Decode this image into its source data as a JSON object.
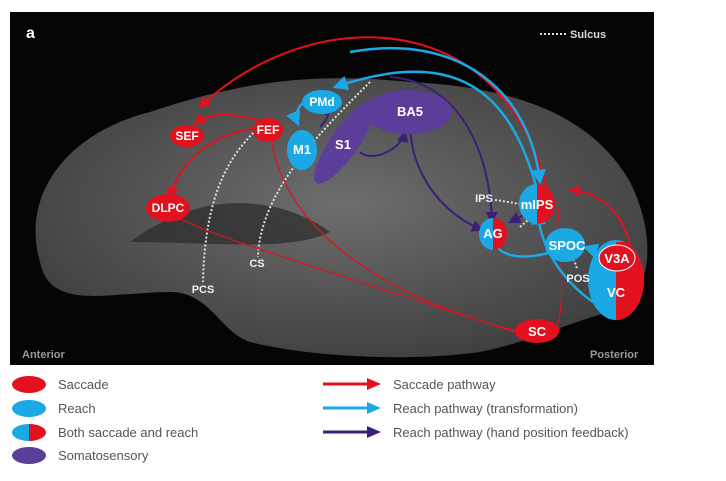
{
  "panel_label": "a",
  "sulcus_legend": "Sulcus",
  "orientation": {
    "anterior": "Anterior",
    "posterior": "Posterior"
  },
  "regions": {
    "SEF": "SEF",
    "FEF": "FEF",
    "PMd": "PMd",
    "M1": "M1",
    "S1": "S1",
    "BA5": "BA5",
    "DLPC": "DLPC",
    "AG": "AG",
    "mIPS": "mIPS",
    "SPOC": "SPOC",
    "V3A": "V3A",
    "VC": "VC",
    "SC": "SC"
  },
  "sulci": {
    "PCS": "PCS",
    "CS": "CS",
    "IPS": "IPS",
    "POS": "POS"
  },
  "colors": {
    "saccade": "#e3101e",
    "reach": "#1ba9e6",
    "somatosensory": "#5b3d9a",
    "feedback": "#3b1f78"
  },
  "legend": {
    "regions": [
      {
        "label": "Saccade"
      },
      {
        "label": "Reach"
      },
      {
        "label": "Both saccade and reach"
      },
      {
        "label": "Somatosensory"
      }
    ],
    "pathways": [
      {
        "label": "Saccade pathway"
      },
      {
        "label": "Reach pathway (transformation)"
      },
      {
        "label": "Reach pathway (hand position feedback)"
      }
    ]
  }
}
